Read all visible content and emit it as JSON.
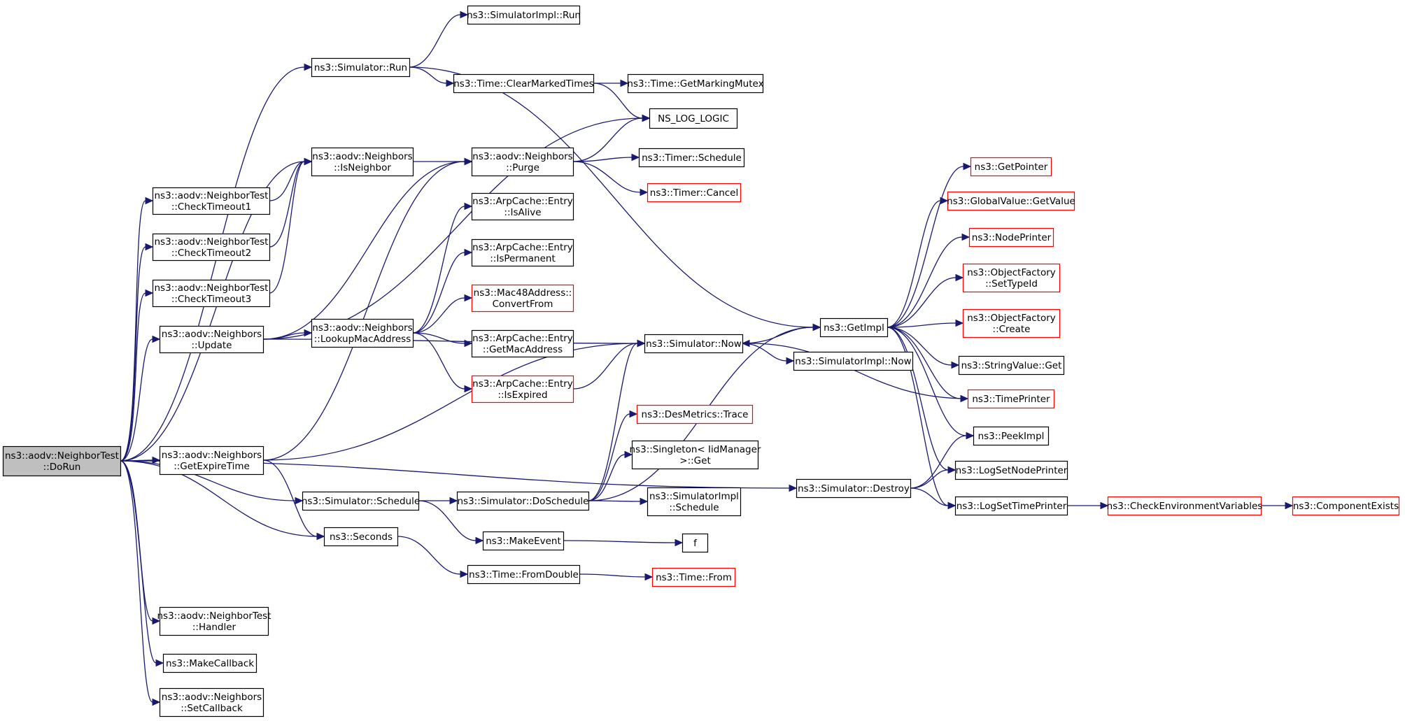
{
  "colors": {
    "edge": "#191970",
    "normal_border": "#000000",
    "incomplete_border": "#ff0000",
    "root_fill": "#bfbfbf",
    "node_fill": "#ffffff"
  },
  "nodes": [
    {
      "id": "dorun",
      "lines": [
        "ns3::aodv::NeighborTest",
        "::DoRun"
      ],
      "kind": "root"
    },
    {
      "id": "sim_run",
      "lines": [
        "ns3::Simulator::Run"
      ],
      "kind": "normal"
    },
    {
      "id": "simimpl_run",
      "lines": [
        "ns3::SimulatorImpl::Run"
      ],
      "kind": "normal"
    },
    {
      "id": "time_clear",
      "lines": [
        "ns3::Time::ClearMarkedTimes"
      ],
      "kind": "normal"
    },
    {
      "id": "time_mutex",
      "lines": [
        "ns3::Time::GetMarkingMutex"
      ],
      "kind": "normal"
    },
    {
      "id": "ns_log_logic",
      "lines": [
        "NS_LOG_LOGIC"
      ],
      "kind": "normal"
    },
    {
      "id": "isneighbor",
      "lines": [
        "ns3::aodv::Neighbors",
        "::IsNeighbor"
      ],
      "kind": "normal"
    },
    {
      "id": "purge",
      "lines": [
        "ns3::aodv::Neighbors",
        "::Purge"
      ],
      "kind": "normal"
    },
    {
      "id": "timer_schedule",
      "lines": [
        "ns3::Timer::Schedule"
      ],
      "kind": "normal"
    },
    {
      "id": "timer_cancel",
      "lines": [
        "ns3::Timer::Cancel"
      ],
      "kind": "incomplete"
    },
    {
      "id": "checktimeout1",
      "lines": [
        "ns3::aodv::NeighborTest",
        "::CheckTimeout1"
      ],
      "kind": "normal"
    },
    {
      "id": "checktimeout2",
      "lines": [
        "ns3::aodv::NeighborTest",
        "::CheckTimeout2"
      ],
      "kind": "normal"
    },
    {
      "id": "checktimeout3",
      "lines": [
        "ns3::aodv::NeighborTest",
        "::CheckTimeout3"
      ],
      "kind": "normal"
    },
    {
      "id": "update",
      "lines": [
        "ns3::aodv::Neighbors",
        "::Update"
      ],
      "kind": "normal"
    },
    {
      "id": "isalive",
      "lines": [
        "ns3::ArpCache::Entry",
        "::IsAlive"
      ],
      "kind": "normal"
    },
    {
      "id": "ispermanent",
      "lines": [
        "ns3::ArpCache::Entry",
        "::IsPermanent"
      ],
      "kind": "normal"
    },
    {
      "id": "mac48",
      "lines": [
        "ns3::Mac48Address::",
        "ConvertFrom"
      ],
      "kind": "incomplete"
    },
    {
      "id": "getmac",
      "lines": [
        "ns3::ArpCache::Entry",
        "::GetMacAddress"
      ],
      "kind": "normal"
    },
    {
      "id": "isexpired",
      "lines": [
        "ns3::ArpCache::Entry",
        "::IsExpired"
      ],
      "kind": "incomplete"
    },
    {
      "id": "lookupmac",
      "lines": [
        "ns3::aodv::Neighbors",
        "::LookupMacAddress"
      ],
      "kind": "normal"
    },
    {
      "id": "getexpire",
      "lines": [
        "ns3::aodv::Neighbors",
        "::GetExpireTime"
      ],
      "kind": "normal"
    },
    {
      "id": "sim_now",
      "lines": [
        "ns3::Simulator::Now"
      ],
      "kind": "normal"
    },
    {
      "id": "simimpl_now",
      "lines": [
        "ns3::SimulatorImpl::Now"
      ],
      "kind": "normal"
    },
    {
      "id": "getimpl",
      "lines": [
        "ns3::GetImpl"
      ],
      "kind": "normal"
    },
    {
      "id": "getpointer",
      "lines": [
        "ns3::GetPointer"
      ],
      "kind": "incomplete"
    },
    {
      "id": "globalvalue",
      "lines": [
        "ns3::GlobalValue::GetValue"
      ],
      "kind": "incomplete"
    },
    {
      "id": "nodeprinter",
      "lines": [
        "ns3::NodePrinter"
      ],
      "kind": "incomplete"
    },
    {
      "id": "of_settypeid",
      "lines": [
        "ns3::ObjectFactory",
        "::SetTypeId"
      ],
      "kind": "incomplete"
    },
    {
      "id": "of_create",
      "lines": [
        "ns3::ObjectFactory",
        "::Create"
      ],
      "kind": "incomplete"
    },
    {
      "id": "stringvalue",
      "lines": [
        "ns3::StringValue::Get"
      ],
      "kind": "normal"
    },
    {
      "id": "timeprinter",
      "lines": [
        "ns3::TimePrinter"
      ],
      "kind": "incomplete"
    },
    {
      "id": "peekimpl",
      "lines": [
        "ns3::PeekImpl"
      ],
      "kind": "normal"
    },
    {
      "id": "logsetnode",
      "lines": [
        "ns3::LogSetNodePrinter"
      ],
      "kind": "normal"
    },
    {
      "id": "logsettime",
      "lines": [
        "ns3::LogSetTimePrinter"
      ],
      "kind": "normal"
    },
    {
      "id": "checkenv",
      "lines": [
        "ns3::CheckEnvironmentVariables"
      ],
      "kind": "incomplete"
    },
    {
      "id": "compexists",
      "lines": [
        "ns3::ComponentExists"
      ],
      "kind": "incomplete"
    },
    {
      "id": "desmetrics",
      "lines": [
        "ns3::DesMetrics::Trace"
      ],
      "kind": "incomplete"
    },
    {
      "id": "singleton",
      "lines": [
        "ns3::Singleton< IidManager",
        ">::Get"
      ],
      "kind": "normal"
    },
    {
      "id": "simimpl_schedule",
      "lines": [
        "ns3::SimulatorImpl",
        "::Schedule"
      ],
      "kind": "normal"
    },
    {
      "id": "sim_schedule",
      "lines": [
        "ns3::Simulator::Schedule"
      ],
      "kind": "normal"
    },
    {
      "id": "sim_doschedule",
      "lines": [
        "ns3::Simulator::DoSchedule"
      ],
      "kind": "normal"
    },
    {
      "id": "makeevent",
      "lines": [
        "ns3::MakeEvent"
      ],
      "kind": "normal"
    },
    {
      "id": "f",
      "lines": [
        "f"
      ],
      "kind": "normal"
    },
    {
      "id": "seconds",
      "lines": [
        "ns3::Seconds"
      ],
      "kind": "normal"
    },
    {
      "id": "fromdouble",
      "lines": [
        "ns3::Time::FromDouble"
      ],
      "kind": "normal"
    },
    {
      "id": "time_from",
      "lines": [
        "ns3::Time::From"
      ],
      "kind": "incomplete"
    },
    {
      "id": "sim_destroy",
      "lines": [
        "ns3::Simulator::Destroy"
      ],
      "kind": "normal"
    },
    {
      "id": "handler",
      "lines": [
        "ns3::aodv::NeighborTest",
        "::Handler"
      ],
      "kind": "normal"
    },
    {
      "id": "makecallback",
      "lines": [
        "ns3::MakeCallback"
      ],
      "kind": "normal"
    },
    {
      "id": "setcallback",
      "lines": [
        "ns3::aodv::Neighbors",
        "::SetCallback"
      ],
      "kind": "normal"
    }
  ],
  "edges": [
    [
      "dorun",
      "sim_run"
    ],
    [
      "dorun",
      "isneighbor"
    ],
    [
      "dorun",
      "checktimeout1"
    ],
    [
      "dorun",
      "checktimeout2"
    ],
    [
      "dorun",
      "checktimeout3"
    ],
    [
      "dorun",
      "update"
    ],
    [
      "dorun",
      "getexpire"
    ],
    [
      "dorun",
      "sim_schedule"
    ],
    [
      "dorun",
      "seconds"
    ],
    [
      "dorun",
      "sim_destroy"
    ],
    [
      "dorun",
      "handler"
    ],
    [
      "dorun",
      "makecallback"
    ],
    [
      "dorun",
      "setcallback"
    ],
    [
      "sim_run",
      "simimpl_run"
    ],
    [
      "sim_run",
      "time_clear"
    ],
    [
      "sim_run",
      "getimpl"
    ],
    [
      "time_clear",
      "time_mutex"
    ],
    [
      "time_clear",
      "ns_log_logic"
    ],
    [
      "isneighbor",
      "purge"
    ],
    [
      "purge",
      "ns_log_logic"
    ],
    [
      "purge",
      "timer_schedule"
    ],
    [
      "purge",
      "timer_cancel"
    ],
    [
      "checktimeout1",
      "isneighbor"
    ],
    [
      "checktimeout2",
      "isneighbor"
    ],
    [
      "checktimeout3",
      "isneighbor"
    ],
    [
      "update",
      "ns_log_logic"
    ],
    [
      "update",
      "purge"
    ],
    [
      "update",
      "lookupmac"
    ],
    [
      "update",
      "sim_now"
    ],
    [
      "lookupmac",
      "isalive"
    ],
    [
      "lookupmac",
      "ispermanent"
    ],
    [
      "lookupmac",
      "mac48"
    ],
    [
      "lookupmac",
      "getmac"
    ],
    [
      "lookupmac",
      "isexpired"
    ],
    [
      "isexpired",
      "sim_now"
    ],
    [
      "getexpire",
      "purge"
    ],
    [
      "getexpire",
      "sim_now"
    ],
    [
      "getexpire",
      "seconds"
    ],
    [
      "sim_now",
      "getimpl"
    ],
    [
      "sim_now",
      "simimpl_now"
    ],
    [
      "getimpl",
      "getpointer"
    ],
    [
      "getimpl",
      "globalvalue"
    ],
    [
      "getimpl",
      "nodeprinter"
    ],
    [
      "getimpl",
      "of_settypeid"
    ],
    [
      "getimpl",
      "of_create"
    ],
    [
      "getimpl",
      "stringvalue"
    ],
    [
      "getimpl",
      "timeprinter"
    ],
    [
      "getimpl",
      "peekimpl"
    ],
    [
      "getimpl",
      "logsetnode"
    ],
    [
      "getimpl",
      "logsettime"
    ],
    [
      "timeprinter",
      "sim_now"
    ],
    [
      "logsettime",
      "checkenv"
    ],
    [
      "checkenv",
      "compexists"
    ],
    [
      "sim_destroy",
      "peekimpl"
    ],
    [
      "sim_destroy",
      "logsetnode"
    ],
    [
      "sim_destroy",
      "logsettime"
    ],
    [
      "sim_schedule",
      "sim_doschedule"
    ],
    [
      "sim_schedule",
      "makeevent"
    ],
    [
      "sim_doschedule",
      "sim_now"
    ],
    [
      "sim_doschedule",
      "getimpl"
    ],
    [
      "sim_doschedule",
      "desmetrics"
    ],
    [
      "sim_doschedule",
      "singleton"
    ],
    [
      "sim_doschedule",
      "simimpl_schedule"
    ],
    [
      "makeevent",
      "f"
    ],
    [
      "seconds",
      "fromdouble"
    ],
    [
      "fromdouble",
      "time_from"
    ]
  ]
}
